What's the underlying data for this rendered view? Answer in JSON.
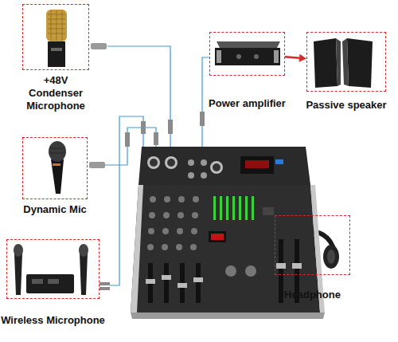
{
  "diagram": {
    "nodes": [
      {
        "text": [
          "+48V Condenser Microphone"
        ]
      },
      {
        "text": [
          "Power amplifier"
        ]
      },
      {
        "text": [
          "Passive speaker"
        ]
      },
      {
        "text": [
          "Dynamic Mic"
        ]
      },
      {
        "text": [
          "Headphone"
        ]
      },
      {
        "text": [
          "Wireless Microphone"
        ]
      }
    ],
    "edges": [
      {
        "from": 1,
        "to": 2,
        "arrow": "to"
      }
    ]
  }
}
